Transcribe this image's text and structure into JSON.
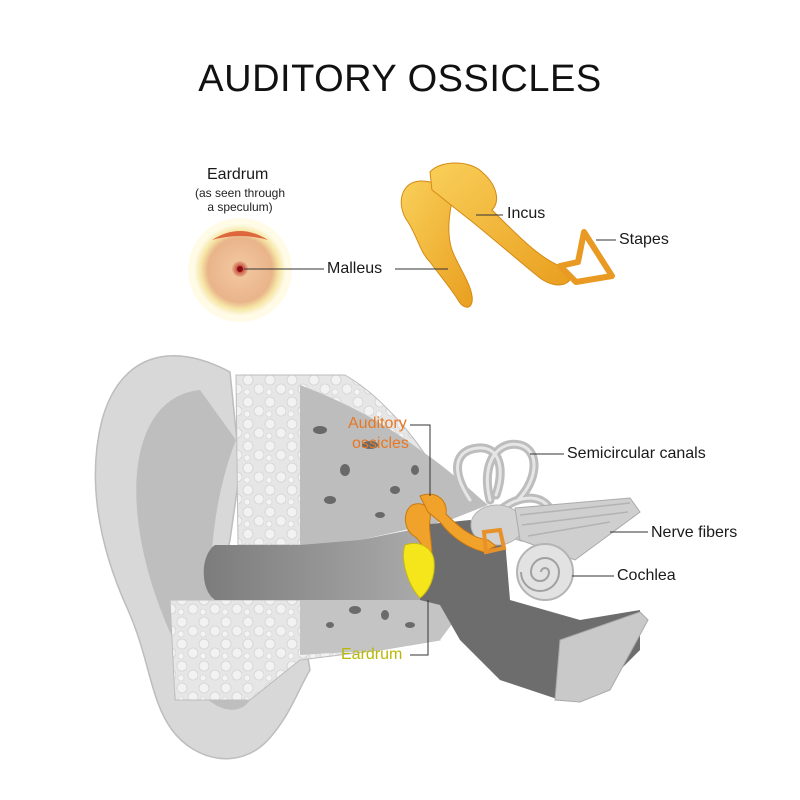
{
  "title": "AUDITORY OSSICLES",
  "top_labels": {
    "eardrum_heading": "Eardrum",
    "eardrum_note_1": "(as seen through",
    "eardrum_note_2": "a speculum)",
    "malleus": "Malleus",
    "incus": "Incus",
    "stapes": "Stapes"
  },
  "ear_labels": {
    "auditory_ossicles_1": "Auditory",
    "auditory_ossicles_2": "ossicles",
    "semicircular_canals": "Semicircular canals",
    "nerve_fibers": "Nerve fibers",
    "cochlea": "Cochlea",
    "eardrum": "Eardrum"
  },
  "colors": {
    "bone_yellow": "#f3b331",
    "ossicle_orange": "#e8902a",
    "eardrum_yellow": "#f4e61b",
    "ear_gray": "#c8c8c8",
    "label_orange": "#e87722",
    "label_yellow": "#b9b80a"
  }
}
